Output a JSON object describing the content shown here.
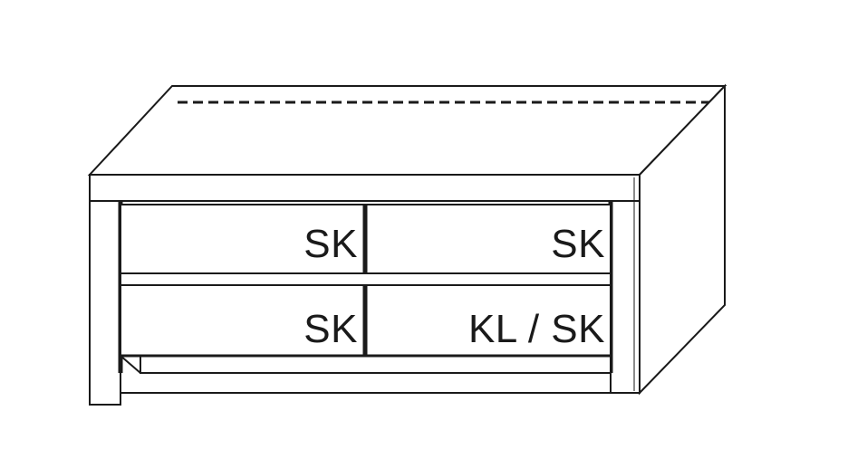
{
  "drawing": {
    "title": "Sideboard / TV cabinet line drawing",
    "view": "perspective",
    "line_color": "#1a1a1a",
    "fill_color": "#ffffff",
    "background": "#ffffff"
  },
  "compartments": [
    {
      "position": "top-left",
      "label": "SK"
    },
    {
      "position": "top-right",
      "label": "SK"
    },
    {
      "position": "bottom-left",
      "label": "SK"
    },
    {
      "position": "bottom-right",
      "label": "KL / SK"
    }
  ]
}
